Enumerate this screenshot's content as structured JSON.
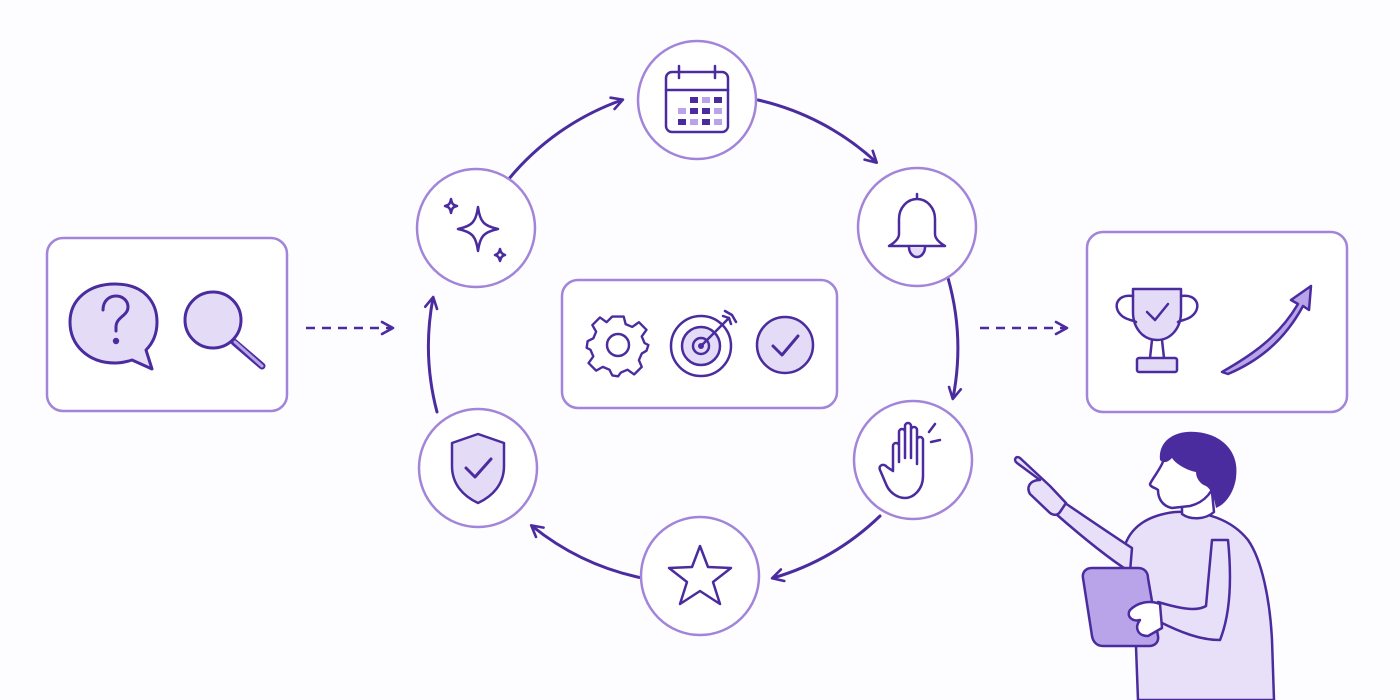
{
  "colors": {
    "ink": "#4a2c9e",
    "ring": "#a285d9",
    "soft_fill": "#e4dcf7",
    "mid_fill": "#b9a4ea",
    "background": "#fdfcff"
  },
  "left_panel": {
    "icons": [
      "question-bubble-icon",
      "magnifier-icon"
    ]
  },
  "center_panel": {
    "icons": [
      "gear-icon",
      "target-icon",
      "check-circle-icon"
    ]
  },
  "right_panel": {
    "icons": [
      "trophy-icon",
      "growth-arrow-icon"
    ]
  },
  "cycle": {
    "direction": "clockwise",
    "nodes": [
      {
        "name": "calendar",
        "icon": "calendar-icon"
      },
      {
        "name": "bell",
        "icon": "bell-icon"
      },
      {
        "name": "hand",
        "icon": "raised-hand-icon"
      },
      {
        "name": "star",
        "icon": "star-icon"
      },
      {
        "name": "shield",
        "icon": "shield-check-icon"
      },
      {
        "name": "sparkle",
        "icon": "sparkle-icon"
      }
    ]
  },
  "figure": {
    "icon": "presenter-with-tablet-illustration"
  }
}
